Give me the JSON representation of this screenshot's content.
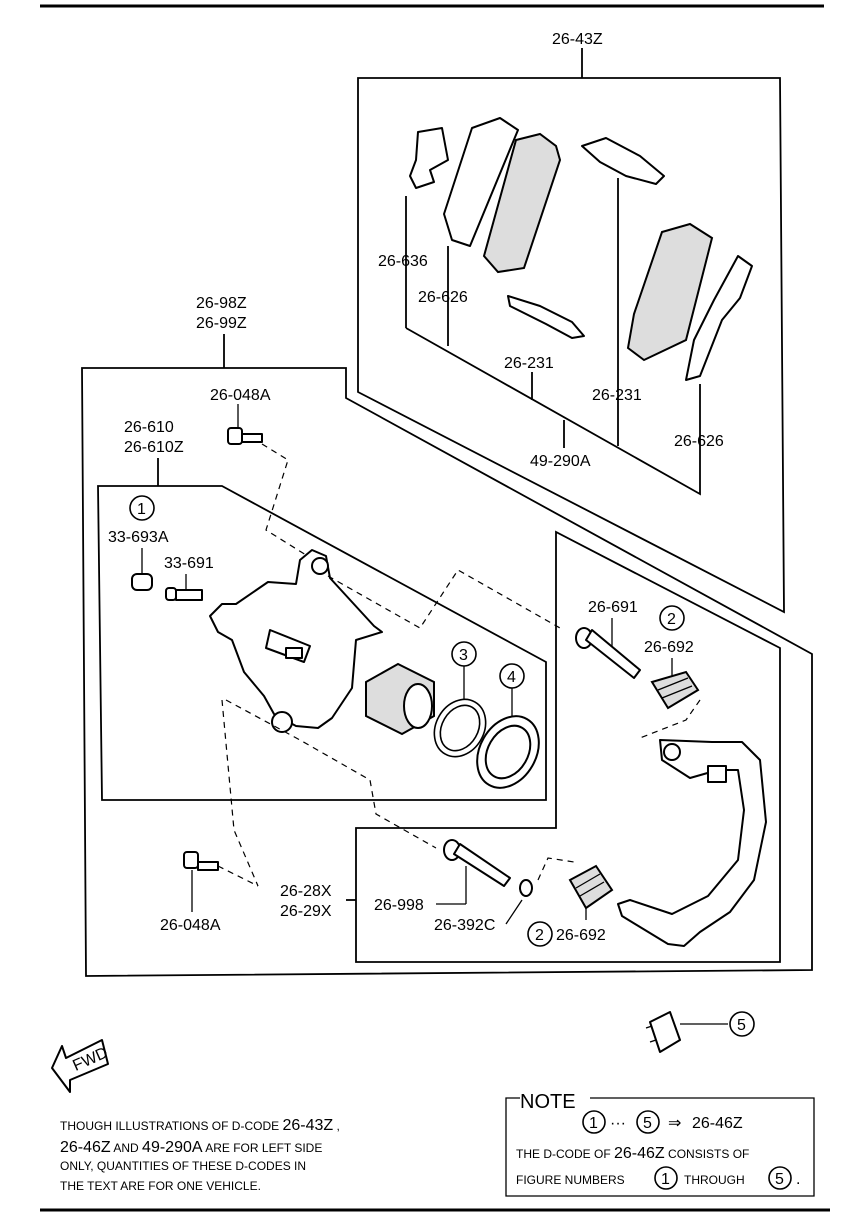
{
  "labels": {
    "kit_top": "26-43Z",
    "caliper_assy_l1": "26-98Z",
    "caliper_assy_l2": "26-99Z",
    "bolt_top": "26-048A",
    "caliper_l1": "26-610",
    "caliper_l2": "26-610Z",
    "cap": "33-693A",
    "bleeder": "33-691",
    "shim_outer": "26-636",
    "shim_626_left": "26-626",
    "clip_231_center": "26-231",
    "clip_231_right": "26-231",
    "shim_626_right": "26-626",
    "pad_set": "49-290A",
    "guide_pin_top": "26-691",
    "boot_top": "26-692",
    "bracket_l1": "26-28X",
    "bracket_l2": "26-29X",
    "guide_pin_bottom": "26-998",
    "bushing": "26-392C",
    "boot_bottom": "26-692",
    "bolt_bottom": "26-048A"
  },
  "callouts": {
    "c1": "1",
    "c2_top": "2",
    "c2_bottom": "2",
    "c3": "3",
    "c4": "4",
    "c5": "5"
  },
  "fwd_arrow": "FWD",
  "footnote": {
    "line1_a": "THOUGH ILLUSTRATIONS OF D-CODE ",
    "line1_b": "26-43Z",
    "line1_c": " ,",
    "line2_a": "26-46Z",
    "line2_b": " AND ",
    "line2_c": "49-290A",
    "line2_d": " ARE FOR LEFT SIDE",
    "line3": "ONLY, QUANTITIES OF THESE D-CODES IN",
    "line4": "THE TEXT ARE FOR ONE VEHICLE."
  },
  "note": {
    "title": "NOTE",
    "range_from": "1",
    "range_dots": "···",
    "range_to": "5",
    "arrow": "⇒",
    "range_code": "26-46Z",
    "line2_a": "THE D-CODE OF ",
    "line2_b": "26-46Z",
    "line2_c": "  CONSISTS OF",
    "line3_a": "FIGURE NUMBERS",
    "line3_num1": "1",
    "line3_b": "THROUGH",
    "line3_num2": "5",
    "line3_end": "."
  }
}
